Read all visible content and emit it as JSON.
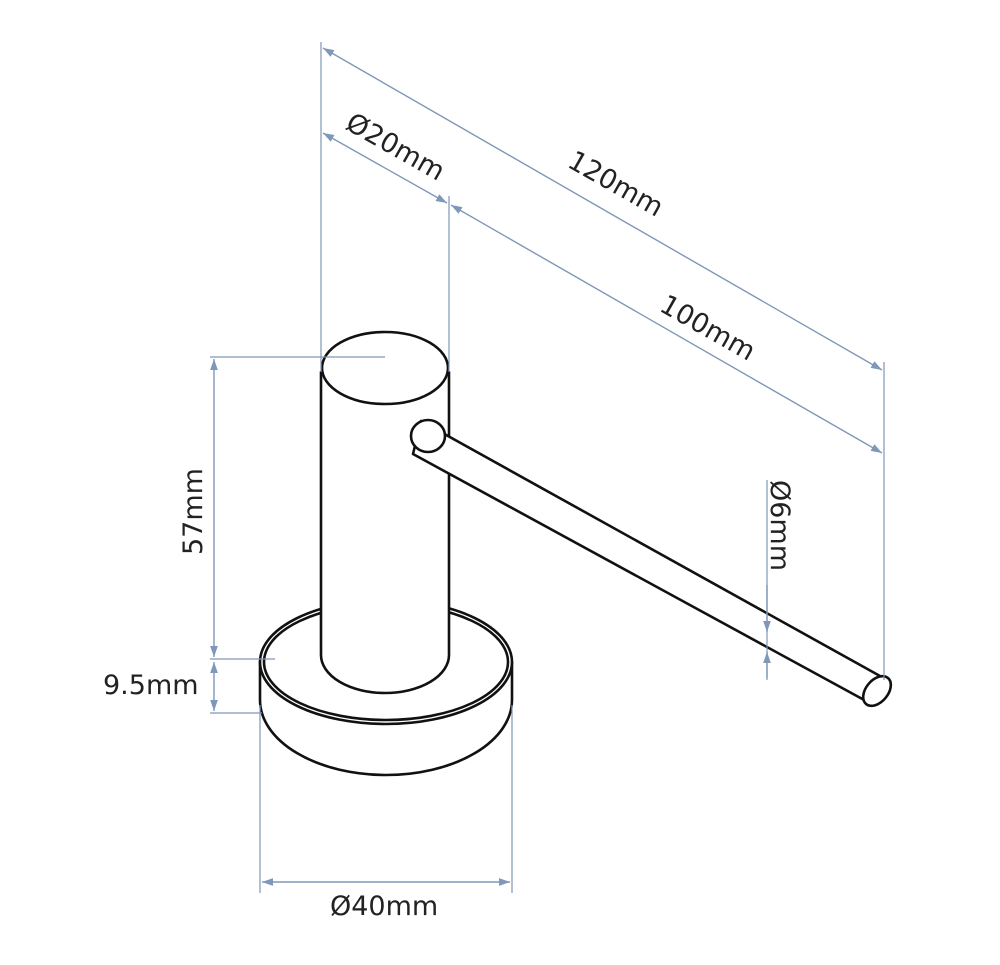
{
  "dimensions": {
    "overall_length": "120mm",
    "spout_length": "100mm",
    "body_diameter": "Ø20mm",
    "spout_diameter": "Ø6mm",
    "body_height": "57mm",
    "base_height": "9.5mm",
    "base_diameter": "Ø40mm"
  },
  "colors": {
    "dimension_lines": "#7f97b8",
    "outline": "#111111",
    "text": "#222222"
  }
}
